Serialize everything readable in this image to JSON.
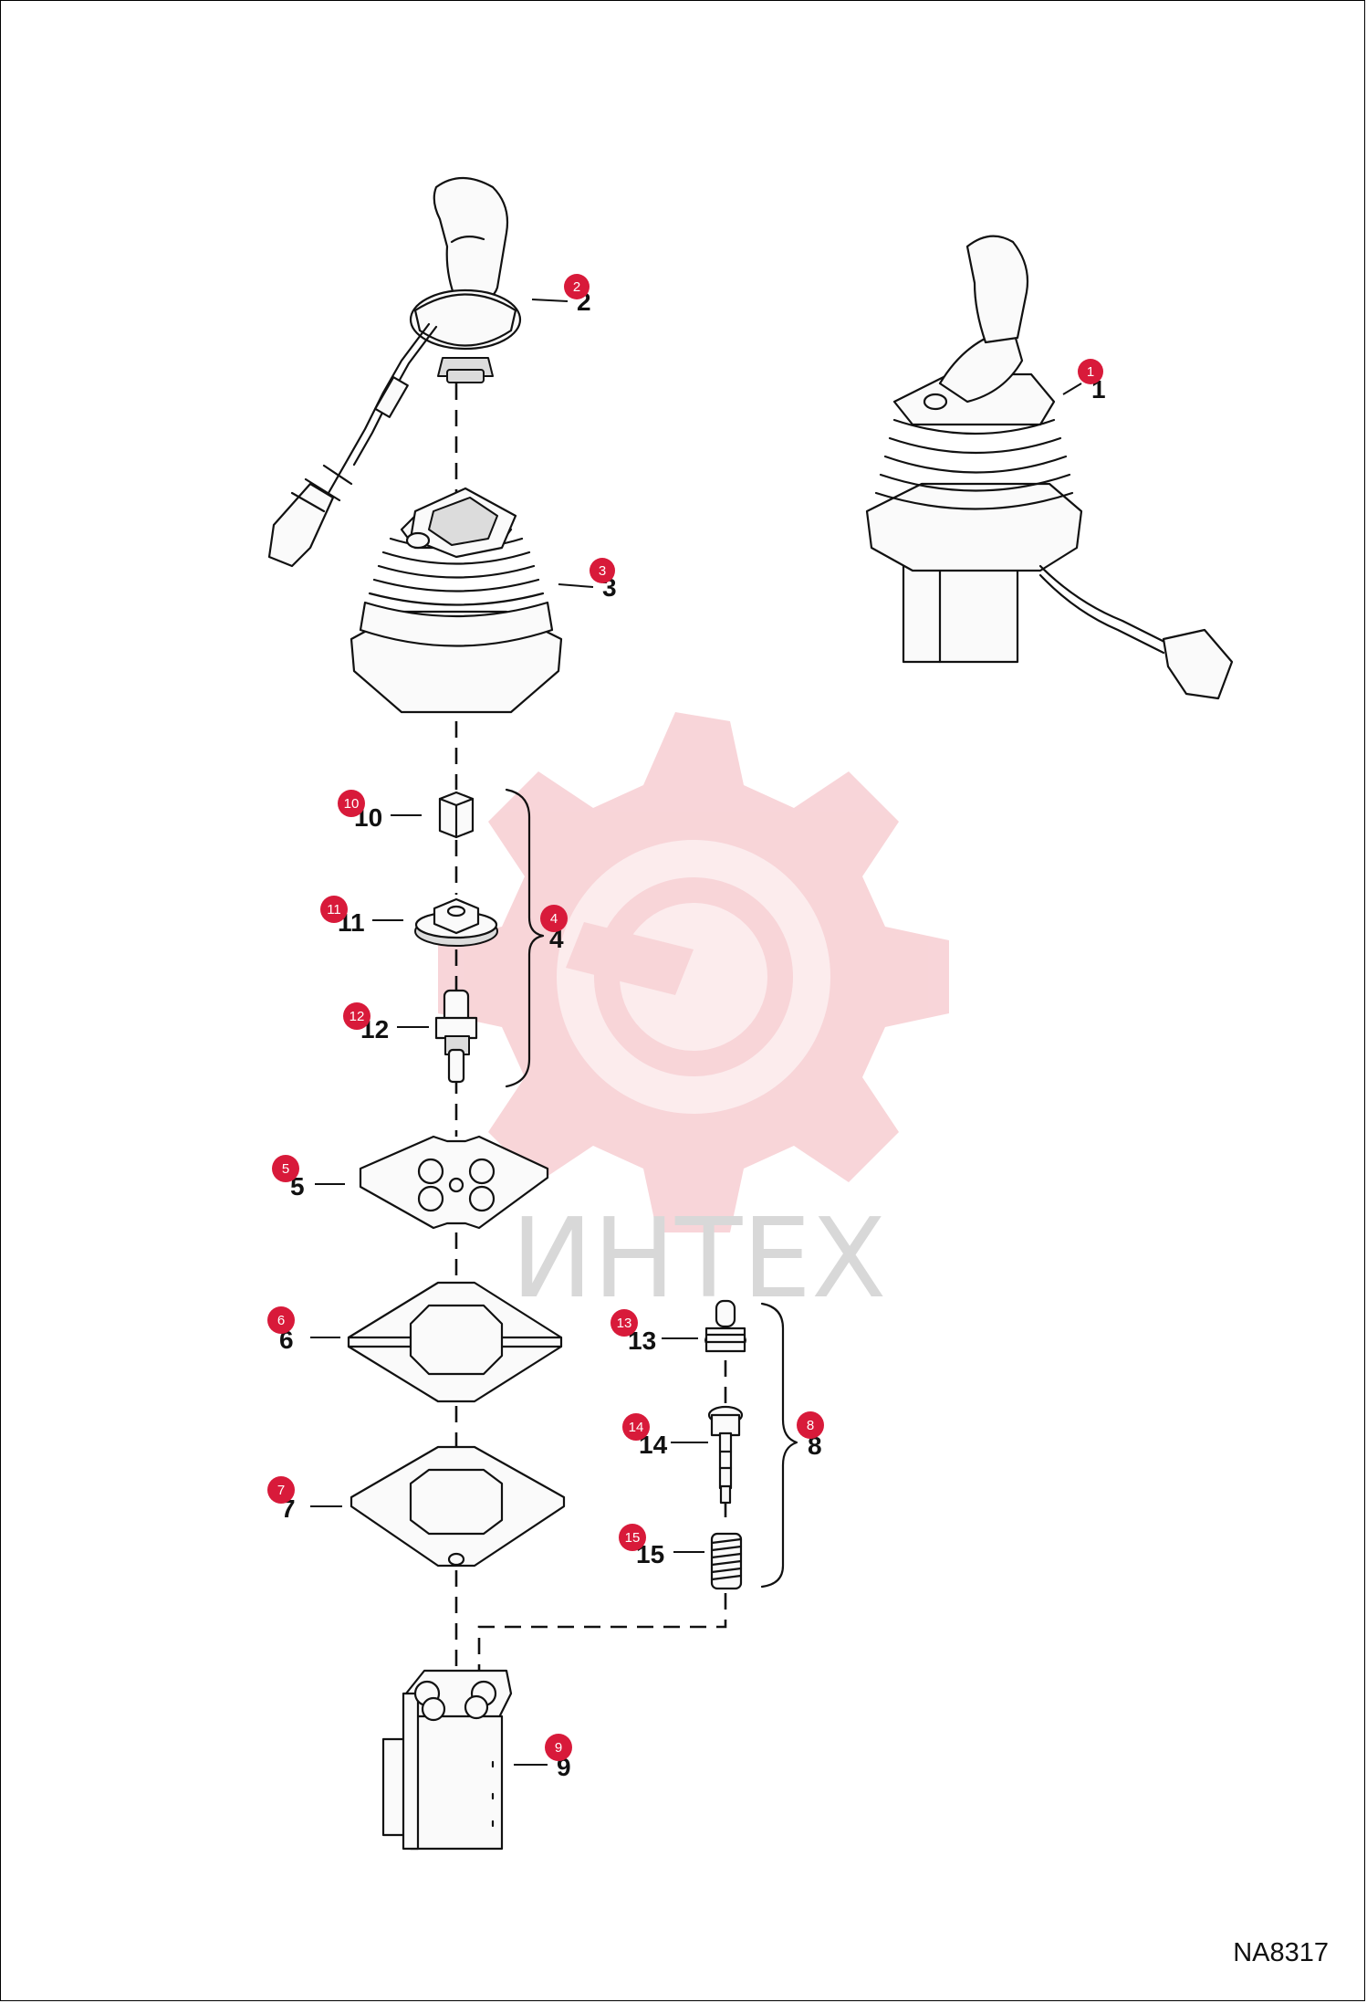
{
  "drawing_code": "NA8317",
  "watermark_text": "ИНТЕХ",
  "colors": {
    "badge": "#d81a3a",
    "watermark": "#f6c7cc",
    "line": "#111111"
  },
  "parts": [
    {
      "id": "1",
      "label": "1",
      "badge": "1"
    },
    {
      "id": "2",
      "label": "2",
      "badge": "2"
    },
    {
      "id": "3",
      "label": "3",
      "badge": "3"
    },
    {
      "id": "4",
      "label": "4",
      "badge": "4"
    },
    {
      "id": "5",
      "label": "5",
      "badge": "5"
    },
    {
      "id": "6",
      "label": "6",
      "badge": "6"
    },
    {
      "id": "7",
      "label": "7",
      "badge": "7"
    },
    {
      "id": "8",
      "label": "8",
      "badge": "8"
    },
    {
      "id": "9",
      "label": "9",
      "badge": "9"
    },
    {
      "id": "10",
      "label": "10",
      "badge": "10"
    },
    {
      "id": "11",
      "label": "11",
      "badge": "11"
    },
    {
      "id": "12",
      "label": "12",
      "badge": "12"
    },
    {
      "id": "13",
      "label": "13",
      "badge": "13"
    },
    {
      "id": "14",
      "label": "14",
      "badge": "14"
    },
    {
      "id": "15",
      "label": "15",
      "badge": "15"
    }
  ]
}
